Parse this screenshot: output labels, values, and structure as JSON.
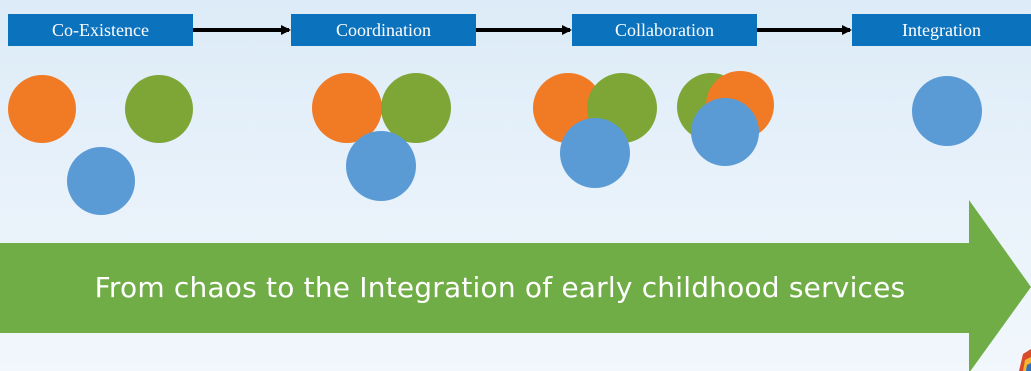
{
  "stages": [
    {
      "label": "Co-Existence"
    },
    {
      "label": "Coordination"
    },
    {
      "label": "Collaboration"
    },
    {
      "label": "Integration"
    }
  ],
  "banner": {
    "text": "From chaos to the Integration of early childhood services"
  },
  "colors": {
    "stage_box": "#0b72bd",
    "connector_arrow": "#000000",
    "orange": "#f07b24",
    "green": "#7ea637",
    "blue": "#5a9bd6",
    "banner_arrow": "#70ad47",
    "banner_text": "#ffffff"
  },
  "icons": {
    "connector": "right-arrow-icon",
    "logo": "corner-logo-icon"
  }
}
